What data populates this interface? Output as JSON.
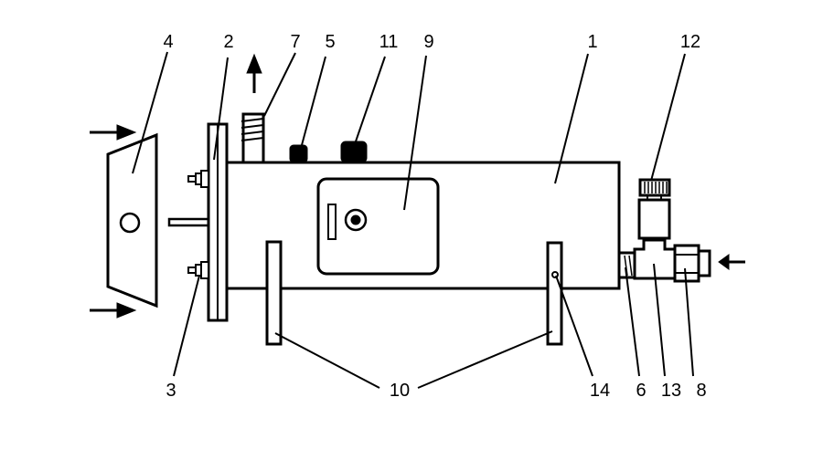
{
  "diagram": {
    "type": "technical-schematic",
    "colors": {
      "line": "#000000",
      "background": "#ffffff"
    },
    "labels": {
      "n1": "1",
      "n2": "2",
      "n3": "3",
      "n4": "4",
      "n5": "5",
      "n6": "6",
      "n7": "7",
      "n8": "8",
      "n9": "9",
      "n10": "10",
      "n11": "11",
      "n12": "12",
      "n13": "13",
      "n14": "14"
    },
    "arrows": [
      "arrow-in-top-left",
      "arrow-in-bottom-left",
      "arrow-out-up",
      "arrow-in-right"
    ]
  }
}
